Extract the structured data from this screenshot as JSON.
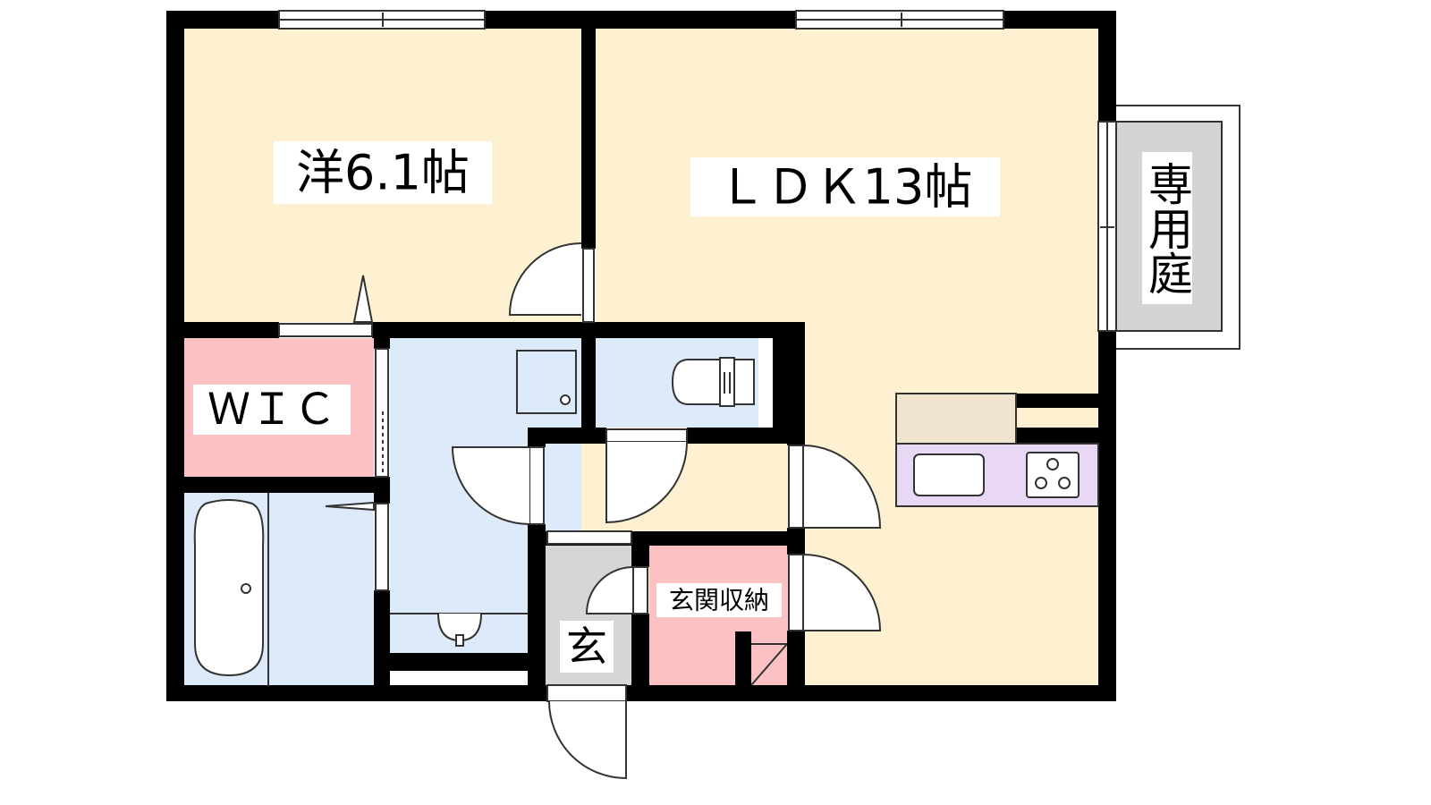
{
  "rooms": {
    "western": "洋6.1帖",
    "ldk": "ＬＤＫ13帖",
    "wic": "ＷＩＣ",
    "garden": "専用庭",
    "entrance": "玄",
    "entrance_storage": "玄関収納"
  },
  "colors": {
    "wall": "#000000",
    "living_floor": "#fdf1d2",
    "wet_area": "#dceafa",
    "storage": "#fbc1c3",
    "entrance_floor": "#d6d6d6",
    "garden": "#d4d4d4",
    "kitchen_counter": "#e9d8f3",
    "kitchen_shelf": "#f1e4cf"
  }
}
